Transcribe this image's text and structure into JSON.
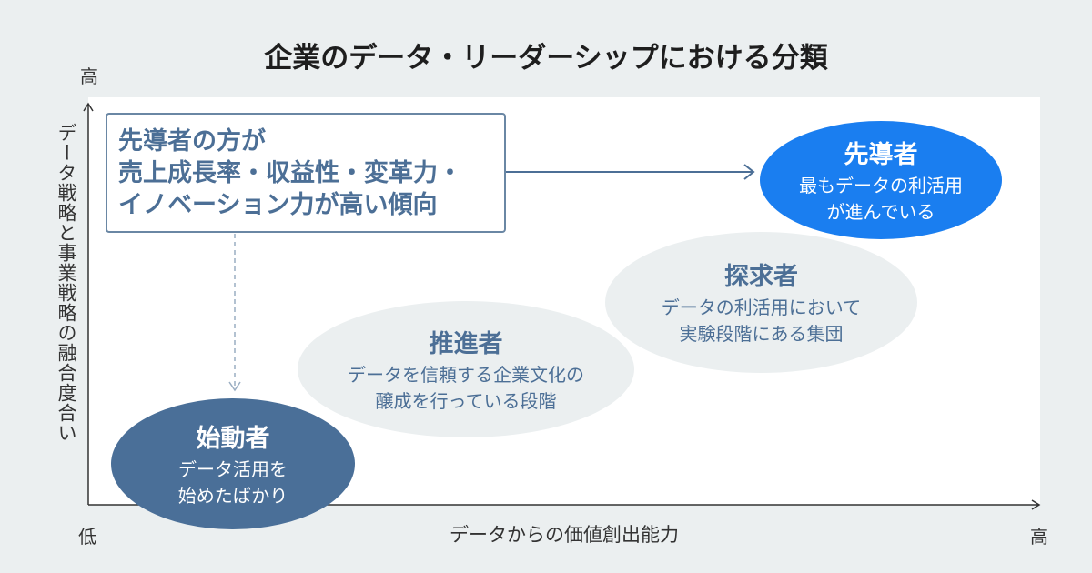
{
  "title": "企業のデータ・リーダーシップにおける分類",
  "axes": {
    "y_high": "高",
    "x_low": "低",
    "x_high": "高",
    "y_label": "データ戦略と事業戦略の融合度合い",
    "x_label": "データからの価値創出能力"
  },
  "callout": {
    "lines": [
      "先導者の方が",
      "売上成長率・収益性・変革力・",
      "イノベーション力が高い傾向"
    ]
  },
  "groups": [
    {
      "name": "先導者",
      "desc": [
        "最もデータの利活用",
        "が進んでいる"
      ],
      "color": "#1a7ef0"
    },
    {
      "name": "探求者",
      "desc": [
        "データの利活用において",
        "実験段階にある集団"
      ],
      "color": "#ebeff0"
    },
    {
      "name": "推進者",
      "desc": [
        "データを信頼する企業文化の",
        "醸成を行っている段階"
      ],
      "color": "#ebeff0"
    },
    {
      "name": "始動者",
      "desc": [
        "データ活用を",
        "始めたばかり"
      ],
      "color": "#4a6f98"
    }
  ]
}
